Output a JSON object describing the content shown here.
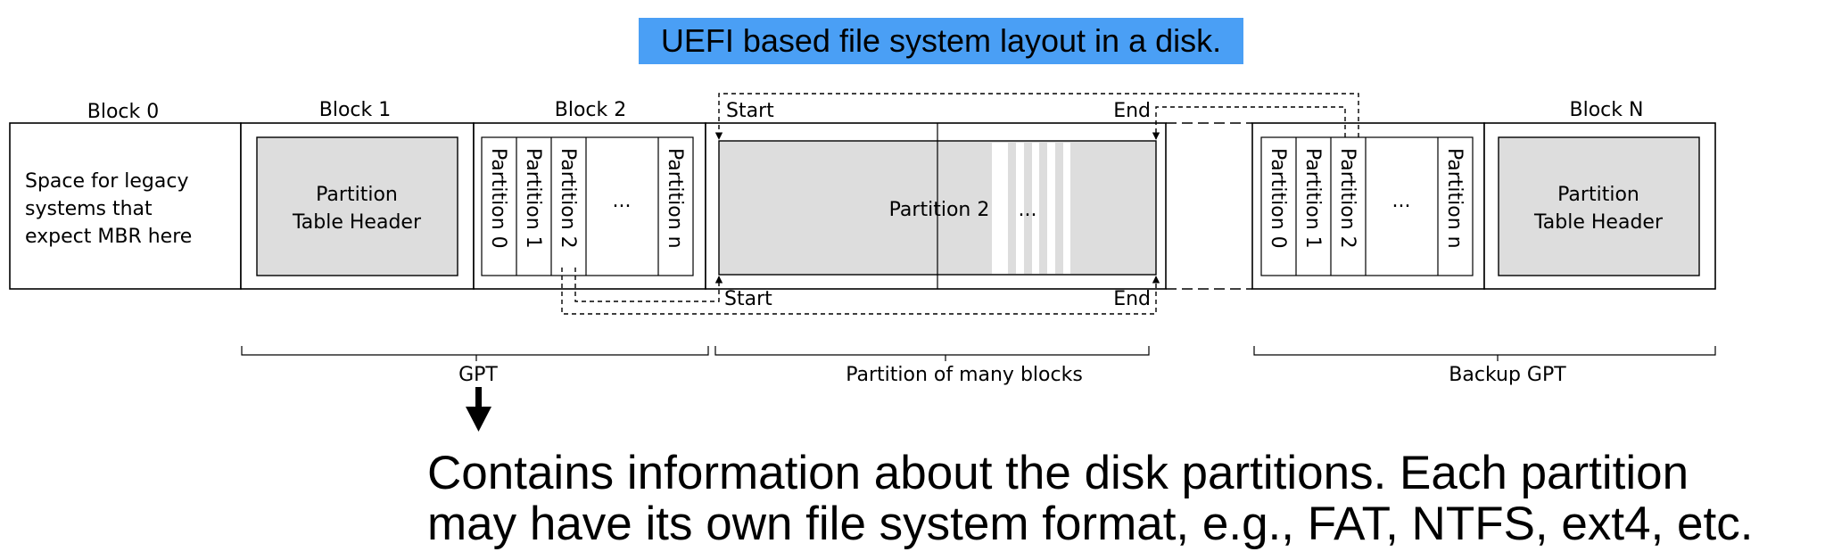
{
  "title": "UEFI based file system layout in a disk.",
  "colors": {
    "title_highlight": "#4a9ff5",
    "block_fill": "#dddddd"
  },
  "blocks": {
    "block0": {
      "label": "Block 0",
      "text": [
        "Space for legacy",
        "systems that",
        "expect MBR here"
      ]
    },
    "block1": {
      "label": "Block 1",
      "inner": [
        "Partition",
        "Table Header"
      ]
    },
    "block2": {
      "label": "Block 2",
      "entries": [
        "Partition 0",
        "Partition 1",
        "Partition 2",
        "...",
        "Partition n"
      ]
    },
    "partition_area": {
      "label": "Partition 2",
      "ellipsis": "...",
      "start_top": "Start",
      "end_top": "End",
      "start_bottom": "Start",
      "end_bottom": "End"
    },
    "backup_entries": {
      "entries": [
        "Partition 0",
        "Partition 1",
        "Partition 2",
        "...",
        "Partition n"
      ]
    },
    "blockN": {
      "label": "Block N",
      "inner": [
        "Partition",
        "Table Header"
      ]
    }
  },
  "braces": {
    "gpt": "GPT",
    "partition": "Partition of many blocks",
    "backup": "Backup GPT"
  },
  "caption": [
    "Contains information about the disk partitions. Each partition",
    "may have its own file system format, e.g., FAT, NTFS, ext4, etc."
  ]
}
